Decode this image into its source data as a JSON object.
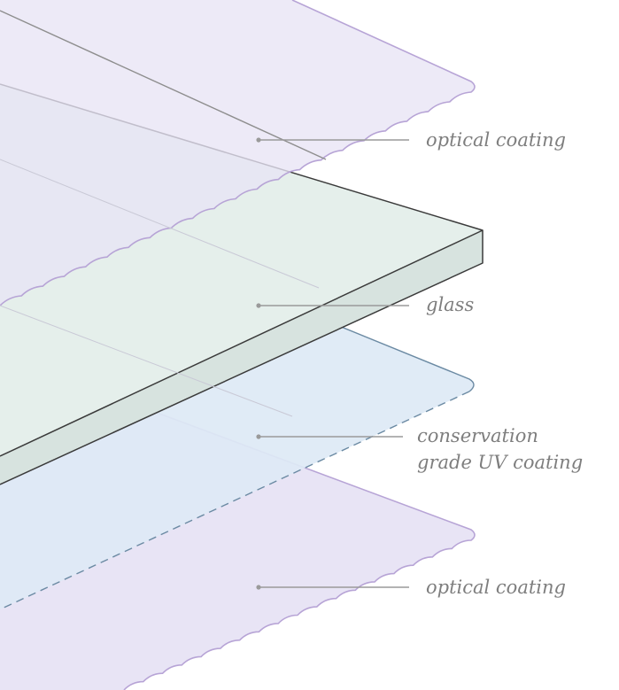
{
  "layers": [
    {
      "id": "top-optical",
      "label_lines": [
        "optical coating"
      ],
      "fill": "#e8e4f5",
      "edge_color": "#b7a4d6",
      "edge_style": "wavy"
    },
    {
      "id": "glass",
      "label_lines": [
        "glass"
      ],
      "fill": "#e5efeb",
      "side_fill": "#d7e3df",
      "edge_color": "#3a3a3a",
      "edge_style": "solid"
    },
    {
      "id": "uv",
      "label_lines": [
        "conservation",
        "grade UV coating"
      ],
      "fill": "#dde9f5",
      "edge_color": "#6b8aa3",
      "edge_style": "dashed"
    },
    {
      "id": "bottom-optical",
      "label_lines": [
        "optical coating"
      ],
      "fill": "#e8e4f5",
      "edge_color": "#b7a4d6",
      "edge_style": "wavy"
    }
  ],
  "leader_color": "#9a9a9a",
  "label_color": "#7e7e7e"
}
